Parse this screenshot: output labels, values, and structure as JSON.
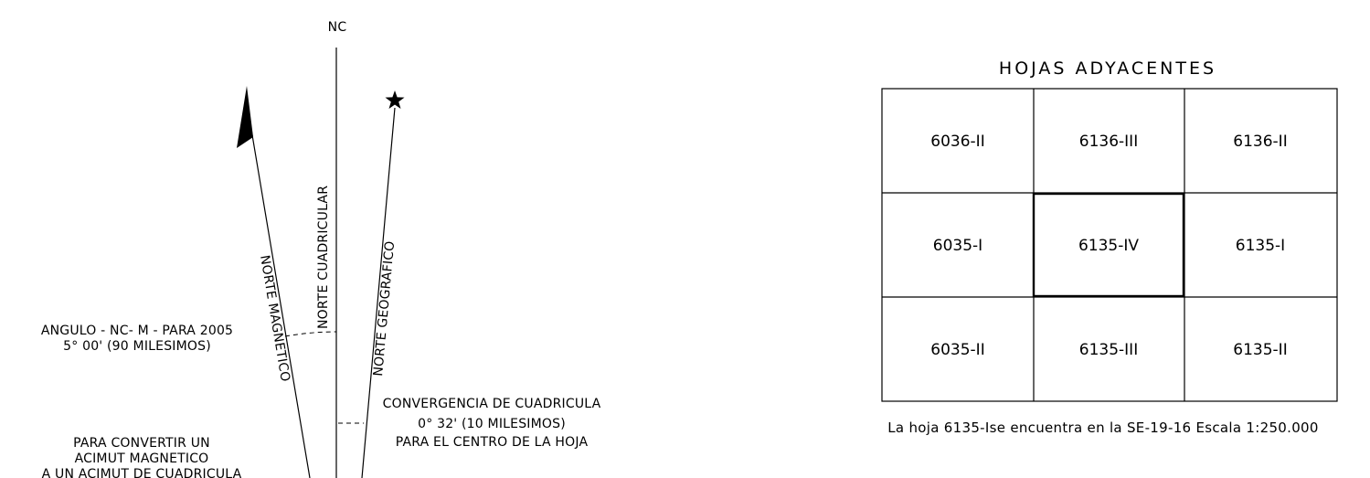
{
  "declination": {
    "nc_label": "NC",
    "norte_magnetico": "NORTE MAGNETICO",
    "norte_cuadricular": "NORTE CUADRICULAR",
    "norte_geografico": "NORTE GEOGRAFICO",
    "angulo_line1": "ANGULO - NC- M - PARA 2005",
    "angulo_line2": "5° 00' (90 MILESIMOS)",
    "convergencia_line1": "CONVERGENCIA DE CUADRICULA",
    "convergencia_line2": "0° 32' (10 MILESIMOS)",
    "convergencia_line3": "PARA EL CENTRO DE LA HOJA",
    "convertir_line1": "PARA CONVERTIR UN",
    "convertir_line2": "ACIMUT MAGNETICO",
    "convertir_line3": "A UN ACIMUT DE CUADRICULA",
    "icons": {
      "magnetic": "arrowhead-icon",
      "geographic": "star-icon"
    }
  },
  "adjacent_sheets": {
    "title": "HOJAS ADYACENTES",
    "rows": [
      [
        "6036-II",
        "6136-III",
        "6136-II"
      ],
      [
        "6035-I",
        "6135-IV",
        "6135-I"
      ],
      [
        "6035-II",
        "6135-III",
        "6135-II"
      ]
    ],
    "current_sheet": "6135-IV",
    "caption": "La hoja 6135-Ise encuentra en la SE-19-16 Escala 1:250.000"
  }
}
